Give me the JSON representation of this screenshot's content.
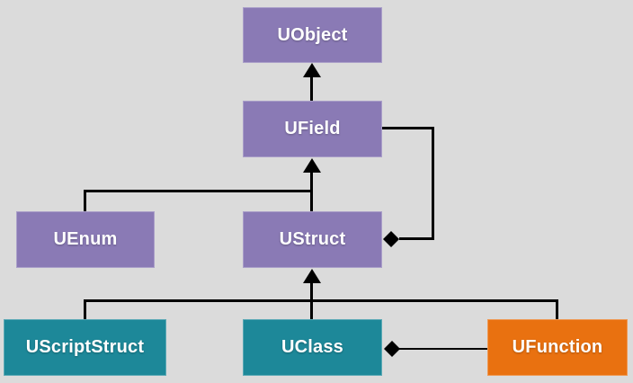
{
  "colors": {
    "background": "#dbdbdb",
    "purple": "#8a7ab5",
    "teal": "#1d8899",
    "orange": "#e97110",
    "line": "#000000",
    "text": "#ffffff"
  },
  "nodes": {
    "uobject": {
      "label": "UObject"
    },
    "ufield": {
      "label": "UField"
    },
    "uenum": {
      "label": "UEnum"
    },
    "ustruct": {
      "label": "UStruct"
    },
    "uscriptstruct": {
      "label": "UScriptStruct"
    },
    "uclass": {
      "label": "UClass"
    },
    "ufunction": {
      "label": "UFunction"
    }
  },
  "edges": [
    {
      "from": "UField",
      "to": "UObject",
      "type": "inheritance"
    },
    {
      "from": "UEnum",
      "to": "UField",
      "type": "inheritance"
    },
    {
      "from": "UStruct",
      "to": "UField",
      "type": "inheritance"
    },
    {
      "from": "UScriptStruct",
      "to": "UStruct",
      "type": "inheritance"
    },
    {
      "from": "UClass",
      "to": "UStruct",
      "type": "inheritance"
    },
    {
      "from": "UFunction",
      "to": "UStruct",
      "type": "inheritance"
    },
    {
      "owner": "UStruct",
      "member": "UField",
      "type": "composition"
    },
    {
      "owner": "UClass",
      "member": "UFunction",
      "type": "composition"
    }
  ]
}
